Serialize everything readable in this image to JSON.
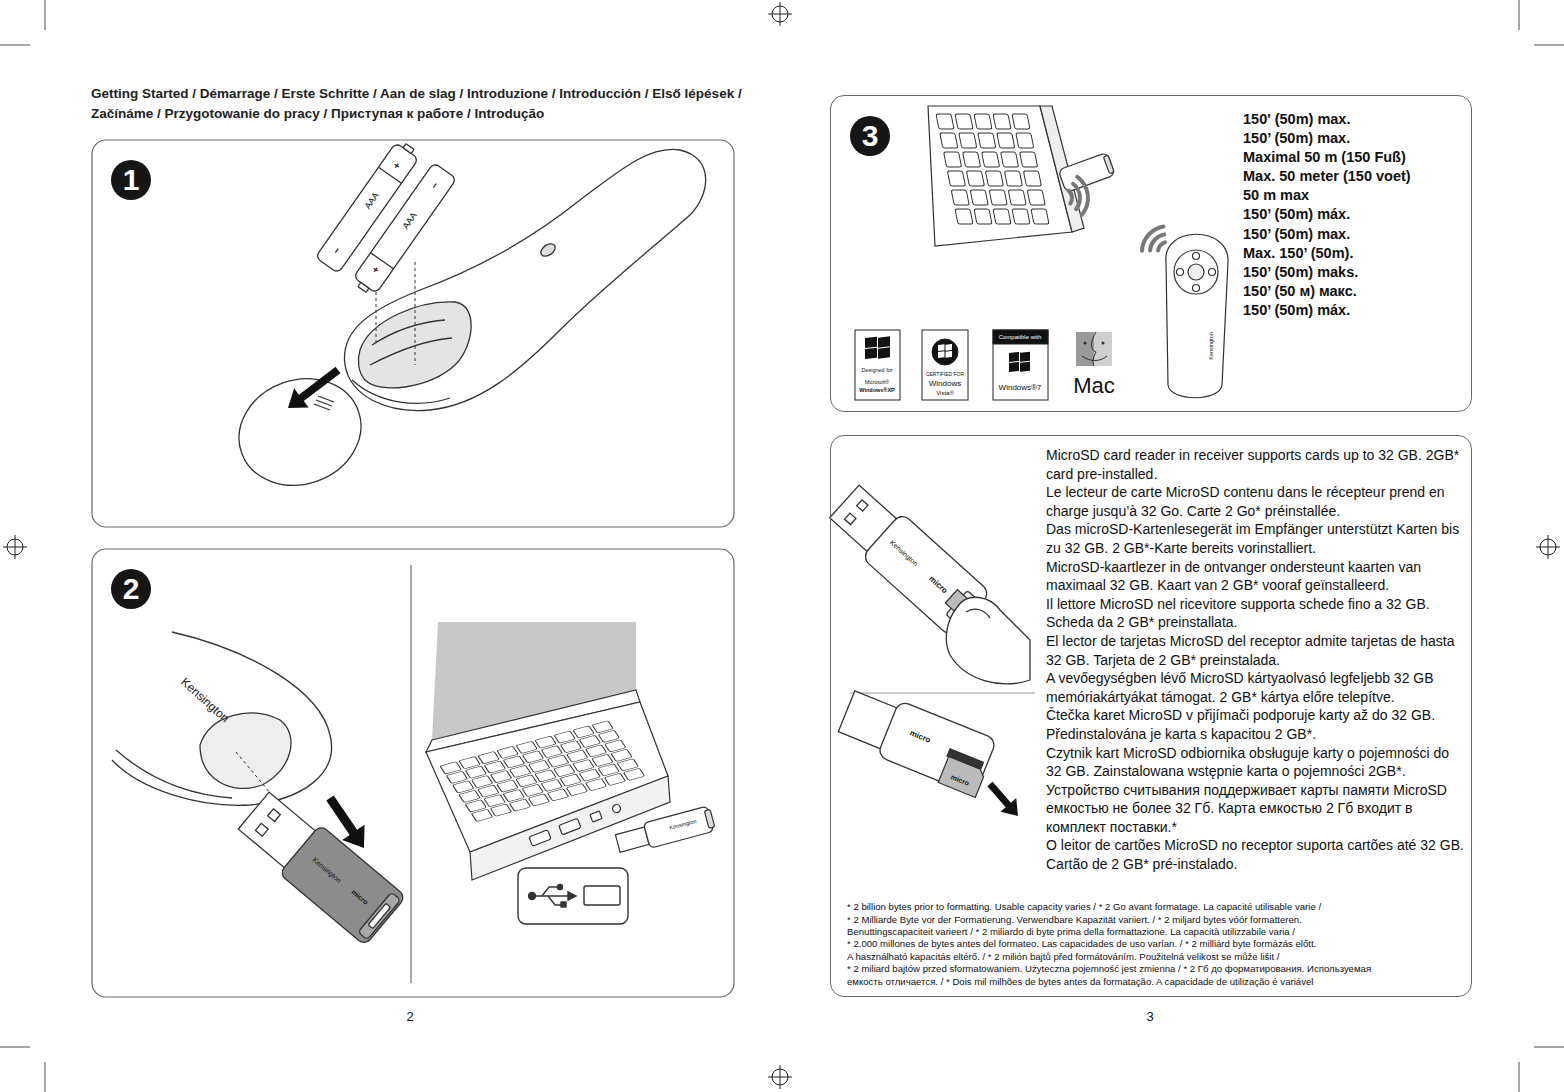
{
  "diagram": {
    "title": "Getting Started / Démarrage / Erste Schritte / Aan de slag / Introduzione / Introducción / Első lépések / Začínáme / Przygotowanie do pracy / Приступая к работе / Introdução",
    "nodes": [
      {
        "text": [
          "1"
        ]
      },
      {
        "text": [
          "2"
        ]
      },
      {
        "text": [
          "150' (50m) max.",
          "150’ (50m) max.",
          "Maximal 50 m (150 Fuß)",
          "Max. 50 meter (150 voet)",
          "50 m max",
          "150’ (50m) máx.",
          "150’ (50m) max.",
          "Max. 150’ (50m).",
          "150’ (50m) maks.",
          "150’ (50 м) макс.",
          "150’ (50m) máx."
        ]
      },
      {
        "text": [
          "3"
        ],
        "in": 2
      },
      {
        "text": [
          "MicroSD card reader in receiver supports cards up to 32 GB. 2GB* card pre-installed.",
          "Le lecteur de carte MicroSD contenu dans le récepteur prend en charge jusqu’à 32 Go. Carte 2 Go* préinstallée.",
          "Das microSD-Kartenlesegerät im Empfänger unterstützt Karten bis zu 32 GB. 2 GB*-Karte bereits vorinstalliert.",
          "MicroSD-kaartlezer in de ontvanger ondersteunt kaarten van maximaal 32 GB. Kaart van 2 GB* vooraf geïnstalleerd.",
          "Il lettore MicroSD nel ricevitore supporta schede fino a 32 GB. Scheda da 2 GB* preinstallata.",
          "El lector de tarjetas MicroSD del receptor admite tarjetas de hasta 32 GB. Tarjeta de 2 GB* preinstalada.",
          "A vevőegységben lévő MicroSD kártyaolvasó legfeljebb 32 GB memóriakártyákat támogat. 2 GB* kártya előre telepítve.",
          "Čtečka karet MicroSD v přijímači podporuje karty až do 32 GB. Předinstalována je karta s kapacitou 2 GB*.",
          "Czytnik kart MicroSD odbiornika obsługuje karty o pojemności do 32 GB. Zainstalowana wstępnie karta o pojemności 2GB*.",
          "Устройство считывания поддерживает карты памяти MicroSD емкостью не более 32 Гб. Карта емкостью 2 Гб входит в комплект поставки.*",
          "O leitor de cartões MicroSD no receptor suporta cartões até 32 GB. Cartão de 2 GB* pré-instalado.",
          "* 2 billion bytes prior to formatting. Usable capacity varies / * 2 Go avant formatage. La capacité utilisable varie /",
          "* 2 Milliarde Byte vor der Formatierung. Verwendbare Kapazität variiert. / * 2 miljard bytes vóór formatteren.",
          "Benuttingscapaciteit varieert / * 2 miliardo di byte prima della formattazione. La capacità utilizzabile varia /",
          "* 2.000 millones de bytes antes del formateo. Las capacidades de uso varían. / * 2 milliárd byte formázás előtt.",
          "A használható kapacitás eltérő. / * 2 milión bajtů před formátováním. Použitelná velikost se může lišit /",
          "* 2 miliard bajtów przed sformatowaniem. Użyteczna pojemność jest zmienna / * 2 Гб до форматирования. Используемая",
          "емкость отличается. / * Dois mil milhões de bytes antes da formatação. A capacidade de utilização é variável"
        ]
      }
    ],
    "labels": [
      "2",
      "3",
      "AAA",
      "AAA",
      "+",
      "−",
      "+",
      "−",
      "Kensington",
      "Kensington",
      "micro",
      "Kensington",
      "Kensington",
      "Designed for",
      "Microsoft®",
      "Windows®XP",
      "CERTIFIED FOR",
      "Windows",
      "Vista®",
      "Compatible with",
      "Windows®7",
      "Mac",
      "Kensington",
      "micro",
      "micro",
      "micro"
    ]
  }
}
